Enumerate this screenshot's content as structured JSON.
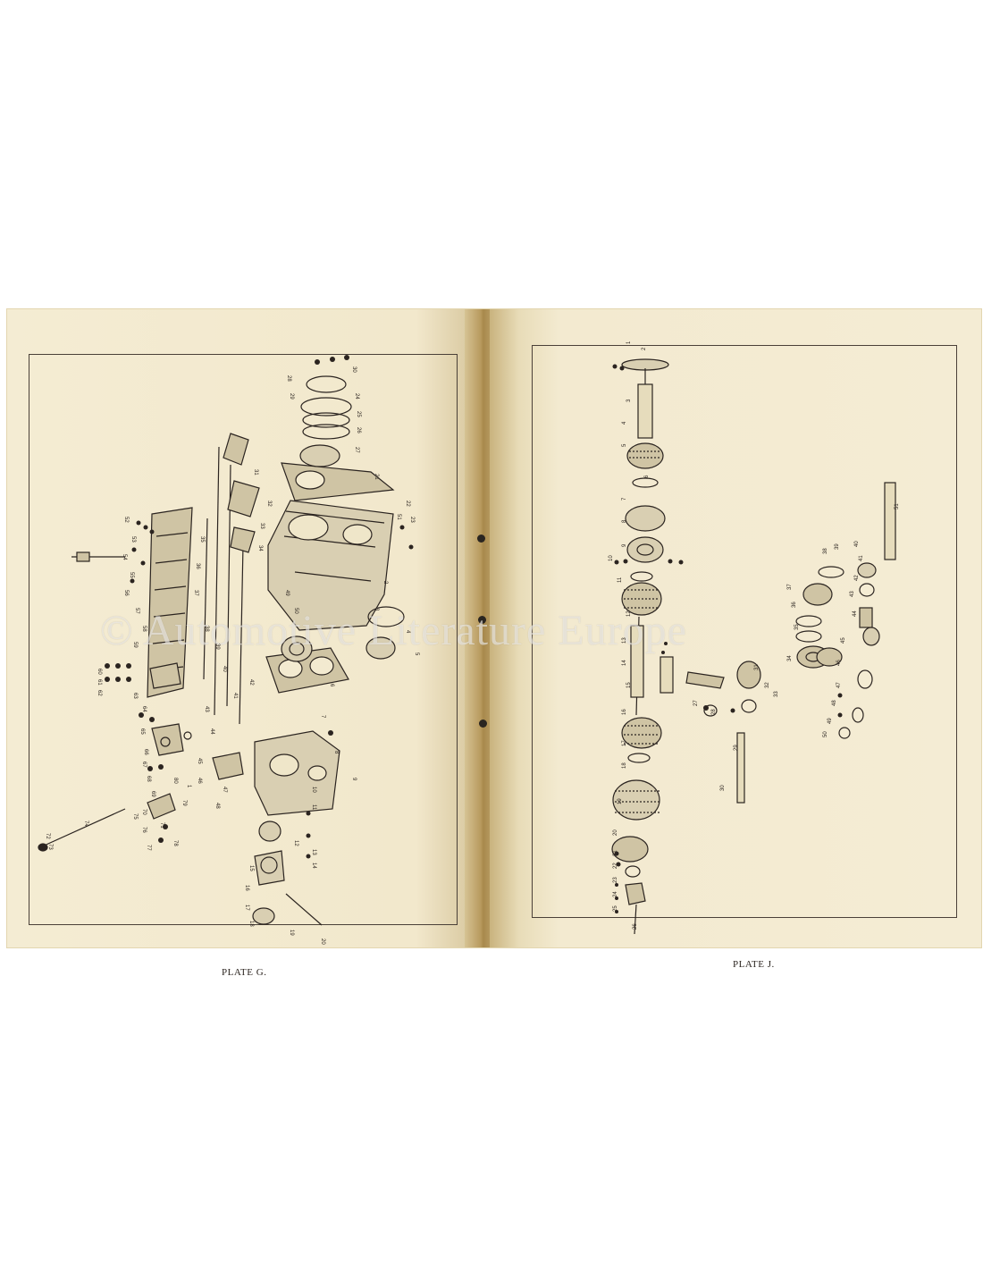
{
  "pages": {
    "left": {
      "plate_label": "PLATE G."
    },
    "right": {
      "plate_label": "PLATE J."
    }
  },
  "watermark": "© Automotive Literature Europe",
  "callouts_left": [
    "52",
    "53",
    "54",
    "55",
    "56",
    "57",
    "58",
    "59",
    "60",
    "61",
    "62",
    "63",
    "64",
    "65",
    "66",
    "67",
    "68",
    "69",
    "70",
    "71",
    "72",
    "73",
    "74",
    "75",
    "76",
    "77",
    "78",
    "79",
    "80",
    "1",
    "2",
    "3",
    "4",
    "5",
    "6",
    "7",
    "8",
    "9",
    "10",
    "11",
    "12",
    "13",
    "14",
    "15",
    "16",
    "17",
    "18",
    "19",
    "20",
    "21",
    "22",
    "23",
    "24",
    "25",
    "26",
    "27",
    "28",
    "29",
    "30",
    "31",
    "32",
    "33",
    "34",
    "35",
    "36",
    "37",
    "38",
    "39",
    "40",
    "41",
    "42",
    "43",
    "44",
    "45",
    "46",
    "47",
    "48",
    "49",
    "50",
    "51"
  ],
  "callouts_right": [
    "1",
    "2",
    "3",
    "4",
    "5",
    "6",
    "7",
    "8",
    "9",
    "10",
    "11",
    "12",
    "13",
    "14",
    "15",
    "16",
    "17",
    "18",
    "19",
    "20",
    "21",
    "22",
    "23",
    "24",
    "25",
    "26",
    "27",
    "28",
    "29",
    "30",
    "31",
    "32",
    "33",
    "34",
    "35",
    "36",
    "37",
    "38",
    "39",
    "40",
    "41",
    "42",
    "43",
    "44",
    "45",
    "46",
    "47",
    "48",
    "49",
    "50",
    "51"
  ],
  "colors": {
    "paper": "#f3ead0",
    "ink": "#2b2420",
    "gutter": "#a8894c"
  }
}
